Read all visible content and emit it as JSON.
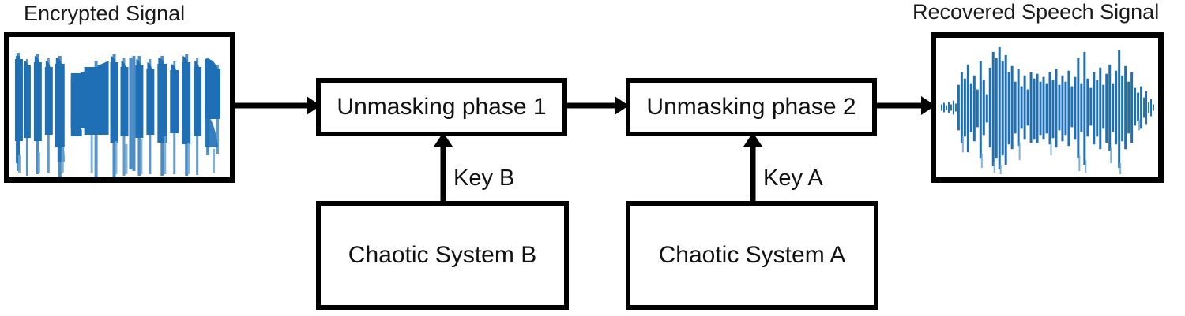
{
  "diagram": {
    "kind": "block-diagram",
    "ink_color": "#000000",
    "waveform_color": "#1f6fb5",
    "waveform_color_light": "#6ba6d6",
    "background": "#ffffff"
  },
  "panels": [
    {
      "id": "encrypted",
      "title": "Encrypted Signal",
      "icon": "waveform-icon",
      "description": "encrypted-speech-waveform"
    },
    {
      "id": "recovered",
      "title": "Recovered Speech Signal",
      "icon": "waveform-icon",
      "description": "recovered-speech-waveform"
    }
  ],
  "process_boxes": [
    {
      "id": "unmask-1",
      "label": "Unmasking phase 1"
    },
    {
      "id": "unmask-2",
      "label": "Unmasking phase 2"
    },
    {
      "id": "chaotic-b",
      "label": "Chaotic System B"
    },
    {
      "id": "chaotic-a",
      "label": "Chaotic System A"
    }
  ],
  "key_labels": [
    {
      "id": "key-b",
      "label": "Key B"
    },
    {
      "id": "key-a",
      "label": "Key A"
    }
  ],
  "arrows": [
    {
      "id": "enc-to-u1",
      "from": "encrypted",
      "to": "unmask-1",
      "direction": "right"
    },
    {
      "id": "u1-to-u2",
      "from": "unmask-1",
      "to": "unmask-2",
      "direction": "right"
    },
    {
      "id": "u2-to-rec",
      "from": "unmask-2",
      "to": "recovered",
      "direction": "right"
    },
    {
      "id": "key-b",
      "from": "chaotic-b",
      "to": "unmask-1",
      "direction": "up"
    },
    {
      "id": "key-a",
      "from": "chaotic-a",
      "to": "unmask-2",
      "direction": "up"
    }
  ]
}
